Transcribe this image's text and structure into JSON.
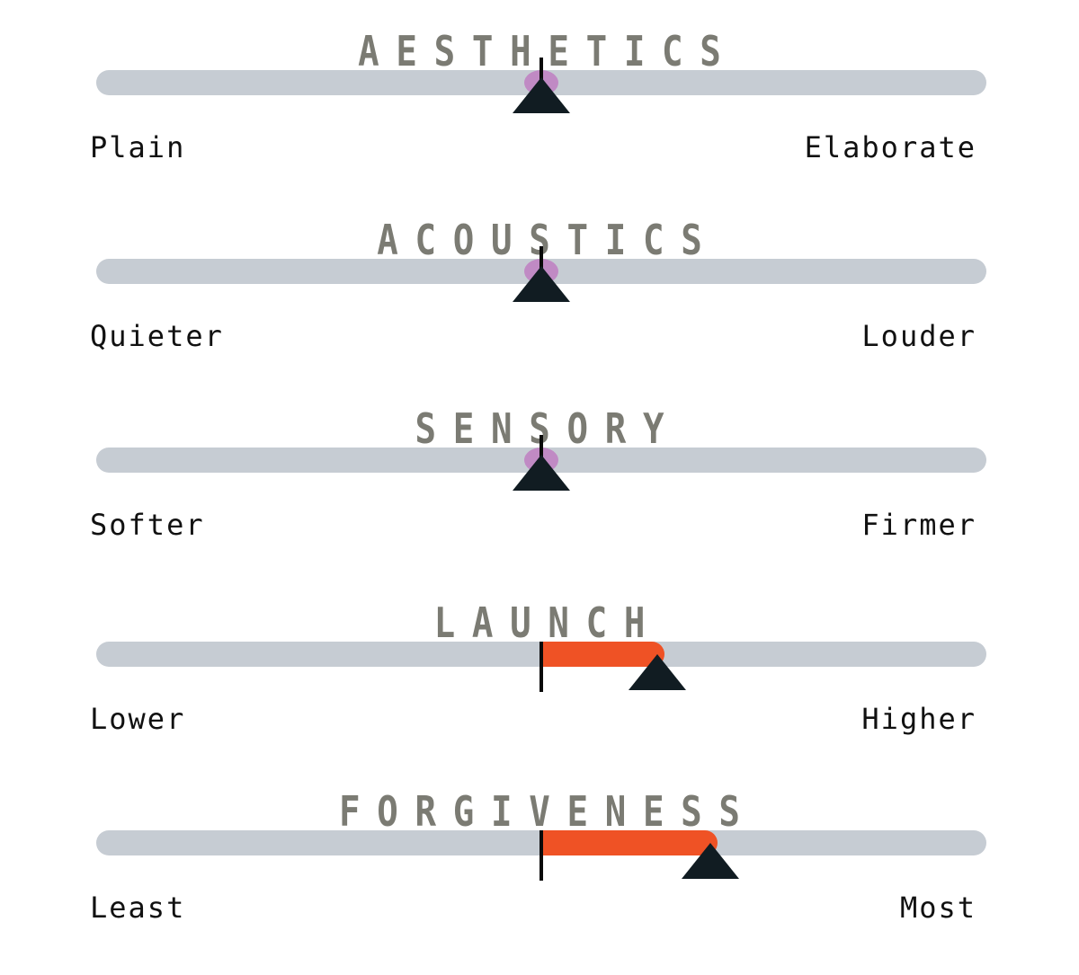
{
  "colors": {
    "track": "#c6ccd3",
    "fill": "#ef5225",
    "neutral_dot": "#c08ac4",
    "pointer": "#111c22",
    "title": "#7b7b73"
  },
  "sliders": [
    {
      "title": "AESTHETICS",
      "left_label": "Plain",
      "right_label": "Elaborate",
      "value": 0.5,
      "baseline": 0.5
    },
    {
      "title": "ACOUSTICS",
      "left_label": "Quieter",
      "right_label": "Louder",
      "value": 0.5,
      "baseline": 0.5
    },
    {
      "title": "SENSORY",
      "left_label": "Softer",
      "right_label": "Firmer",
      "value": 0.5,
      "baseline": 0.5
    },
    {
      "title": "LAUNCH",
      "left_label": "Lower",
      "right_label": "Higher",
      "value": 0.63,
      "baseline": 0.5
    },
    {
      "title": "FORGIVENESS",
      "left_label": "Least",
      "right_label": "Most",
      "value": 0.69,
      "baseline": 0.5
    }
  ]
}
